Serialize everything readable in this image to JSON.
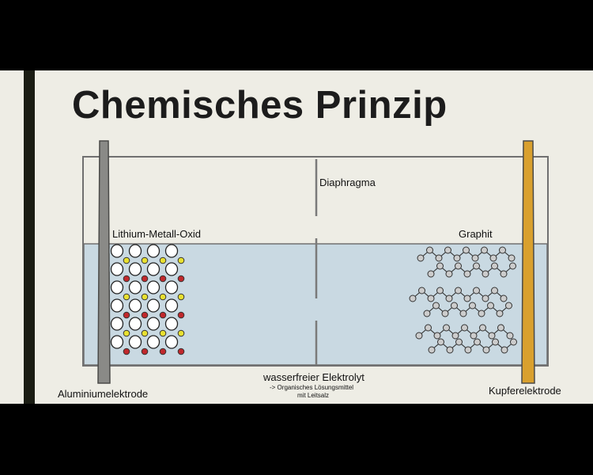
{
  "slide": {
    "title": "Chemisches Prinzip",
    "labels": {
      "diaphragm": "Diaphragma",
      "cathode_material": "Lithium-Metall-Oxid",
      "anode_material": "Graphit",
      "electrolyte": "wasserfreier Elektrolyt",
      "electrolyte_note_1": "-> Organisches Lösungsmittel",
      "electrolyte_note_2": "mit Leitsalz",
      "left_electrode": "Aluminiumelektrode",
      "right_electrode": "Kupferelektrode"
    },
    "colors": {
      "slide_background": "#eeede5",
      "accent_bar": "#1a1c13",
      "electrolyte": "#c9d9e2",
      "aluminium_electrode": "#8a8a87",
      "copper_electrode": "#d9a02e",
      "oxygen_atom": "#ffffff",
      "lithium_atom": "#e8e030",
      "metal_atom": "#c0282c",
      "graphite_atom": "#cccccc"
    }
  }
}
